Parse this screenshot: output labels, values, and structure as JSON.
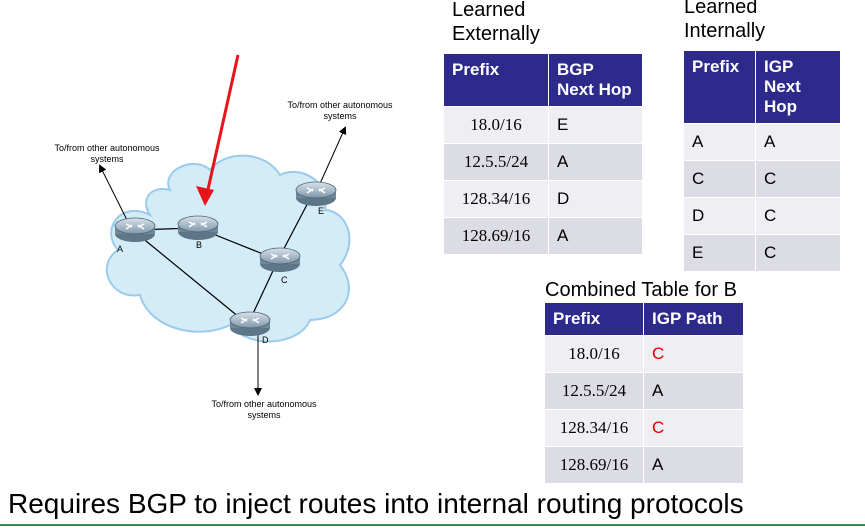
{
  "diagram": {
    "routers": [
      {
        "id": "A",
        "label": "A"
      },
      {
        "id": "B",
        "label": "B"
      },
      {
        "id": "C",
        "label": "C"
      },
      {
        "id": "D",
        "label": "D"
      },
      {
        "id": "E",
        "label": "E"
      }
    ],
    "external_labels": {
      "top_right": "To/from other autonomous\nsystems",
      "left": "To/from other autonomous\nsystems",
      "bottom": "To/from other autonomous\nsystems"
    },
    "colors": {
      "arrow": "#e8141b",
      "cloud": "#d4ecf8",
      "cloud_stroke": "#9bcbea",
      "router": "#8fa7ba"
    }
  },
  "external_table": {
    "heading": "Learned\nExternally",
    "headers": [
      "Prefix",
      "BGP\nNext Hop"
    ],
    "rows": [
      [
        "18.0/16",
        "E"
      ],
      [
        "12.5.5/24",
        "A"
      ],
      [
        "128.34/16",
        "D"
      ],
      [
        "128.69/16",
        "A"
      ]
    ]
  },
  "internal_table": {
    "heading": "Learned\nInternally",
    "headers": [
      "Prefix",
      "IGP\nNext Hop"
    ],
    "rows": [
      [
        "A",
        "A"
      ],
      [
        "C",
        "C"
      ],
      [
        "D",
        "C"
      ],
      [
        "E",
        "C"
      ]
    ]
  },
  "combined_table": {
    "heading": "Combined Table for B",
    "headers": [
      "Prefix",
      "IGP Path"
    ],
    "rows": [
      [
        "18.0/16",
        "C"
      ],
      [
        "12.5.5/24",
        "A"
      ],
      [
        "128.34/16",
        "C"
      ],
      [
        "128.69/16",
        "A"
      ]
    ],
    "highlight_color": "#e00000"
  },
  "caption": "Requires BGP to inject routes into internal routing protocols"
}
